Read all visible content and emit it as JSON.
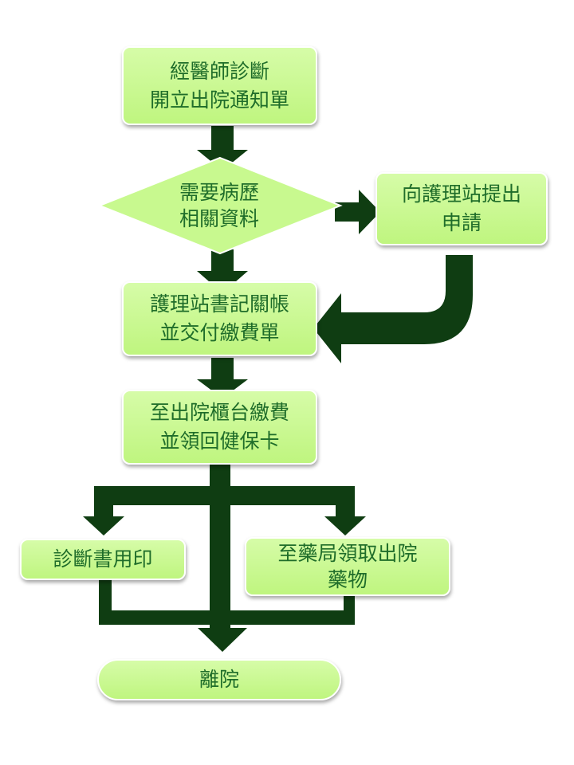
{
  "colors": {
    "box_fill": "#c8f98f",
    "box_text": "#1f6d2a",
    "arrow": "#0f3d12"
  },
  "flow": {
    "step1": {
      "line1": "經醫師診斷",
      "line2": "開立出院通知單"
    },
    "decision": {
      "line1": "需要病歷",
      "line2": "相關資料"
    },
    "side": {
      "line1": "向護理站提出",
      "line2": "申請"
    },
    "step2": {
      "line1": "護理站書記關帳",
      "line2": "並交付繳費單"
    },
    "step3": {
      "line1": "至出院櫃台繳費",
      "line2": "並領回健保卡"
    },
    "left_branch": {
      "line1": "診斷書用印"
    },
    "right_branch": {
      "line1": "至藥局領取出院",
      "line2": "藥物"
    },
    "end": {
      "line1": "離院"
    }
  }
}
